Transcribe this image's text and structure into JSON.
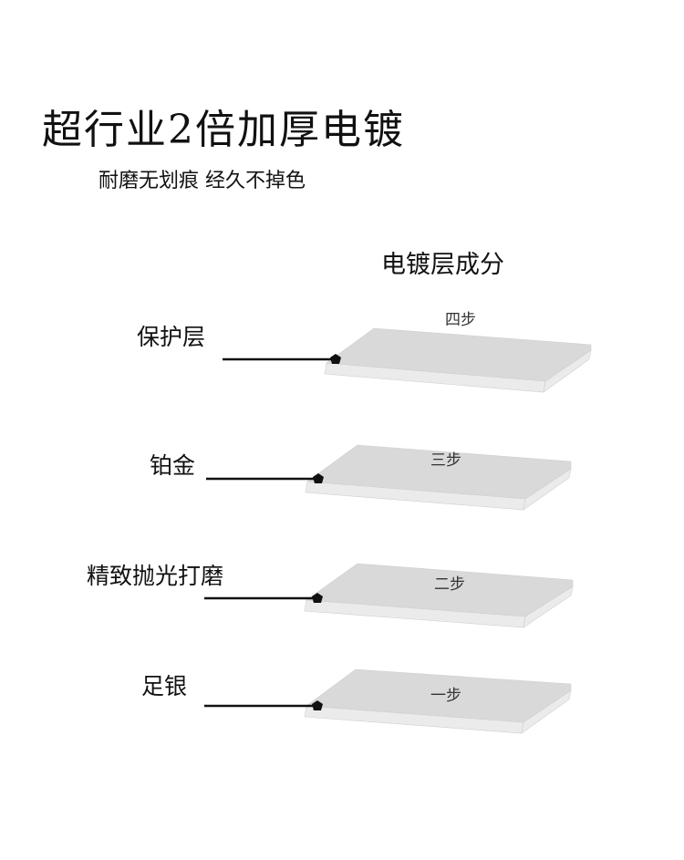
{
  "headline": "超行业2倍加厚电镀",
  "subheadline": "耐磨无划痕  经久不掉色",
  "section_title": "电镀层成分",
  "colors": {
    "plate_top": "#d9d9d9",
    "plate_side": "#ebebeb",
    "plate_edge": "#cfcfcf",
    "leader_line": "#111111"
  },
  "layers": [
    {
      "label": "保护层",
      "step": "四步"
    },
    {
      "label": "铂金",
      "step": "三步"
    },
    {
      "label": "精致抛光打磨",
      "step": "二步"
    },
    {
      "label": "足银",
      "step": "一步"
    }
  ]
}
